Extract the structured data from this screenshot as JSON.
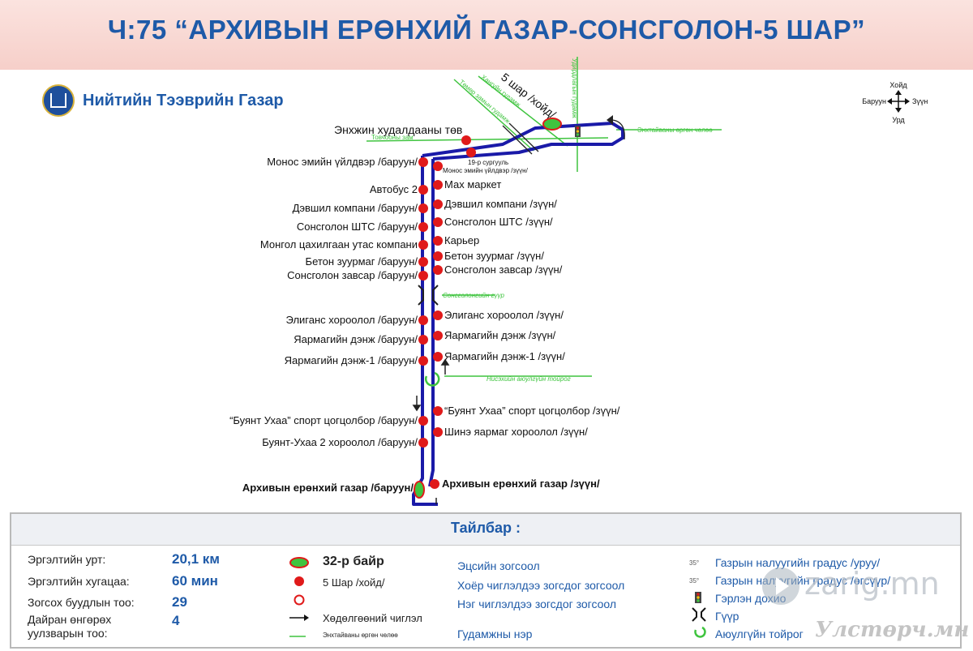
{
  "title": "Ч:75 “АРХИВЫН ЕРӨНХИЙ ГАЗАР-СОНСГОЛОН-5 ШАР”",
  "organization": "Нийтийн Тээврийн Газар",
  "compass": {
    "north": "Хойд",
    "south": "Урд",
    "west": "Баруун",
    "east": "Зүүн"
  },
  "streets": {
    "tovchoon": "Товчооны зам",
    "tomor_zam": "Төмөр замын гудамж",
    "khangui": "Хангуйн гудамж",
    "udirdah": "Удирдлагын гудамж",
    "enkhtaivan": "Энхтайваны өргөн чөлөө",
    "songolon_guur": "Сонсголонгийн гүүр",
    "nisekh_toirog": "Нисэхийн аюулгүйн тойрог"
  },
  "top_labels": {
    "five_shar": "5 шар /хойд/",
    "enkhjin": "Энхжин худалдааны төв",
    "school19": "19-р сургууль",
    "monos_east": "Монос эмийн үйлдвэр /зүүн/"
  },
  "stops_west": [
    "Монос эмийн үйлдвэр /баруун/",
    "Автобус 2",
    "Дэвшил компани /баруун/",
    "Сонсголон ШТС /баруун/",
    "Монгол цахилгаан утас компани",
    "Бетон зуурмаг /баруун/",
    "Сонсголон завсар /баруун/",
    "Элиганс хороолол /баруун/",
    "Яармагийн дэнж /баруун/",
    "Яармагийн дэнж-1 /баруун/",
    "“Буянт Ухаа” спорт цогцолбор /баруун/",
    "Буянт-Ухаа 2 хороолол /баруун/",
    "Архивын ерөнхий газар /баруун/"
  ],
  "stops_east": [
    "Мах маркет",
    "Дэвшил компани /зүүн/",
    "Сонсголон ШТС /зүүн/",
    "Карьер",
    "Бетон зуурмаг /зүүн/",
    "Сонсголон завсар /зүүн/",
    "Элиганс хороолол /зүүн/",
    "Яармагийн дэнж /зүүн/",
    "Яармагийн дэнж-1 /зүүн/",
    "“Буянт Ухаа” спорт цогцолбор /зүүн/",
    "Шинэ яармаг хороолол /зүүн/",
    "Архивын ерөнхий газар /зүүн/"
  ],
  "legend": {
    "title": "Тайлбар :",
    "stats": [
      {
        "label": "Эргэлтийн урт:",
        "value": "20,1 км"
      },
      {
        "label": "Эргэлтийн хугацаа:",
        "value": "60 мин"
      },
      {
        "label": "Зогсох буудлын тоо:",
        "value": "29"
      },
      {
        "label": "Дайран өнгөрөх\nуулзварын тоо:",
        "value": "4"
      }
    ],
    "symbols": {
      "garage": "32-р байр",
      "red_stop": "5 Шар /хойд/",
      "direction": "Хөдөлгөөний чиглэл",
      "street_line": "Энхтайваны өргөн чөлөө"
    },
    "stop_types": {
      "terminal": "Эцсийн зогсоол",
      "two_way": "Хоёр чиглэлдээ зогсдог зогсоол",
      "one_way": "Нэг чиглэлдээ зогсдог зогсоол",
      "street_name": "Гудамжны нэр"
    },
    "right": {
      "slope_up_sign": "35°",
      "slope_up": "Газрын налуугийн градус /уруу/",
      "slope_down_sign": "35°",
      "slope_down": "Газрын налуугийн градус /өгсүүр/",
      "traffic_light": "Гэрлэн дохио",
      "bridge": "Гүүр",
      "roundabout": "Аюулгүйн тойрог"
    }
  },
  "watermarks": {
    "zarig": "zarig.mn",
    "uls": "Улстөрч.мн"
  },
  "colors": {
    "route": "#1a1aa8",
    "stop": "#e01a1a",
    "street": "#3fc43f",
    "title": "#1e5aa8"
  }
}
